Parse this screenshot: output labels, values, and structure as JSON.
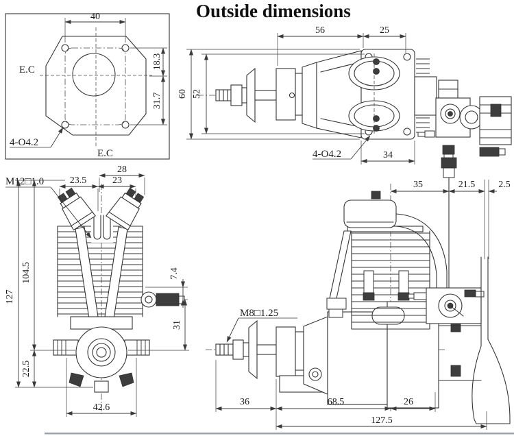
{
  "title": "Outside dimensions",
  "colors": {
    "drawing_line": "#333333",
    "divider_rule": "#99a3af"
  },
  "views": {
    "flange_back": {
      "dims": {
        "hole_spacing": "40",
        "top_hole_to_center": "18.3",
        "center_to_bottom_hole": "31.7",
        "hole_callout": "4-O4.2"
      },
      "labels": {
        "ec_left": "E.C",
        "ec_bottom": "E.C"
      }
    },
    "top": {
      "dims": {
        "hub_to_plate": "56",
        "plate_to_rear": "25",
        "overall_width": "60",
        "inner_width": "52",
        "hole_callout": "4-O4.2",
        "plate_width": "34"
      }
    },
    "front": {
      "dims": {
        "head_span": "28",
        "left_head_offset": "23.5",
        "right_head_offset": "23",
        "overall_height": "127",
        "top_to_crank": "104.5",
        "crank_to_base": "22.5",
        "exhaust_offset": "7.4",
        "exhaust_to_crank": "31",
        "case_width": "42.6"
      },
      "labels": {
        "prop_thread": "M12□1.0"
      }
    },
    "side": {
      "dims": {
        "cyl_to_needle": "35",
        "needle_to_mount": "21.5",
        "mount_thickness": "2.5",
        "shaft_length": "36",
        "hub_to_cyl": "68.5",
        "cyl_to_rear": "26",
        "overall_length": "127.5"
      },
      "labels": {
        "shaft_thread": "M8□1.25"
      }
    }
  }
}
